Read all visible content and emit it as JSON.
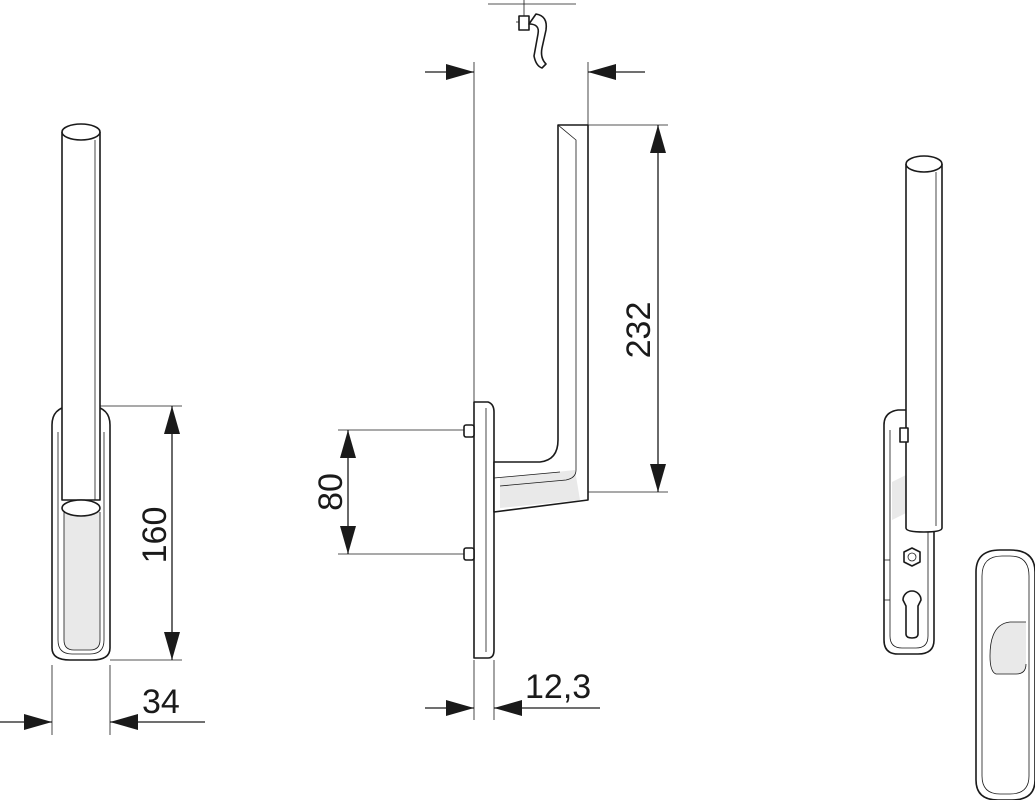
{
  "dimensions": {
    "height_front": "160",
    "width_front": "34",
    "height_handle": "232",
    "screw_spacing": "80",
    "plate_thickness": "12,3"
  }
}
